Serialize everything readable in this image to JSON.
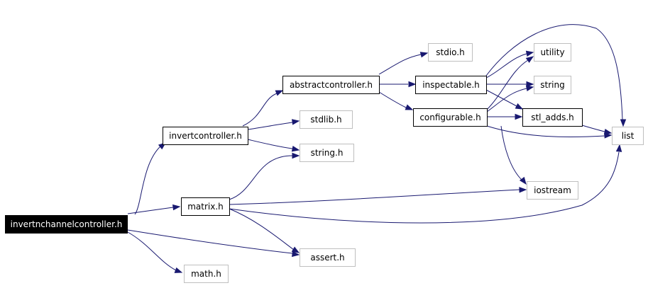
{
  "diagram": {
    "colors": {
      "edge": "#191970",
      "main_fill": "#000000",
      "main_text": "#ffffff",
      "local_border": "#000000",
      "system_border": "#bfbfbf",
      "text": "#000000"
    },
    "nodes": {
      "invertnchannelcontroller_h": {
        "label": "invertnchannelcontroller.h",
        "kind": "main"
      },
      "invertcontroller_h": {
        "label": "invertcontroller.h",
        "kind": "local"
      },
      "matrix_h": {
        "label": "matrix.h",
        "kind": "local"
      },
      "math_h": {
        "label": "math.h",
        "kind": "system"
      },
      "assert_h": {
        "label": "assert.h",
        "kind": "system"
      },
      "abstractcontroller_h": {
        "label": "abstractcontroller.h",
        "kind": "local"
      },
      "stdlib_h": {
        "label": "stdlib.h",
        "kind": "system"
      },
      "string_h": {
        "label": "string.h",
        "kind": "system"
      },
      "stdio_h": {
        "label": "stdio.h",
        "kind": "system"
      },
      "inspectable_h": {
        "label": "inspectable.h",
        "kind": "local"
      },
      "configurable_h": {
        "label": "configurable.h",
        "kind": "local"
      },
      "utility": {
        "label": "utility",
        "kind": "system"
      },
      "string": {
        "label": "string",
        "kind": "system"
      },
      "stl_adds_h": {
        "label": "stl_adds.h",
        "kind": "local"
      },
      "list": {
        "label": "list",
        "kind": "system"
      },
      "iostream": {
        "label": "iostream",
        "kind": "system"
      }
    },
    "edges": [
      {
        "from": "invertnchannelcontroller_h",
        "to": "invertcontroller_h"
      },
      {
        "from": "invertnchannelcontroller_h",
        "to": "matrix_h"
      },
      {
        "from": "invertnchannelcontroller_h",
        "to": "math_h"
      },
      {
        "from": "invertnchannelcontroller_h",
        "to": "assert_h"
      },
      {
        "from": "invertcontroller_h",
        "to": "abstractcontroller_h"
      },
      {
        "from": "invertcontroller_h",
        "to": "stdlib_h"
      },
      {
        "from": "invertcontroller_h",
        "to": "string_h"
      },
      {
        "from": "matrix_h",
        "to": "string_h"
      },
      {
        "from": "matrix_h",
        "to": "assert_h"
      },
      {
        "from": "matrix_h",
        "to": "iostream"
      },
      {
        "from": "matrix_h",
        "to": "list"
      },
      {
        "from": "abstractcontroller_h",
        "to": "stdio_h"
      },
      {
        "from": "abstractcontroller_h",
        "to": "inspectable_h"
      },
      {
        "from": "abstractcontroller_h",
        "to": "configurable_h"
      },
      {
        "from": "inspectable_h",
        "to": "utility"
      },
      {
        "from": "inspectable_h",
        "to": "string"
      },
      {
        "from": "inspectable_h",
        "to": "list"
      },
      {
        "from": "inspectable_h",
        "to": "stl_adds_h"
      },
      {
        "from": "configurable_h",
        "to": "utility"
      },
      {
        "from": "configurable_h",
        "to": "string"
      },
      {
        "from": "configurable_h",
        "to": "stl_adds_h"
      },
      {
        "from": "configurable_h",
        "to": "list"
      },
      {
        "from": "configurable_h",
        "to": "iostream"
      },
      {
        "from": "stl_adds_h",
        "to": "list"
      }
    ]
  }
}
